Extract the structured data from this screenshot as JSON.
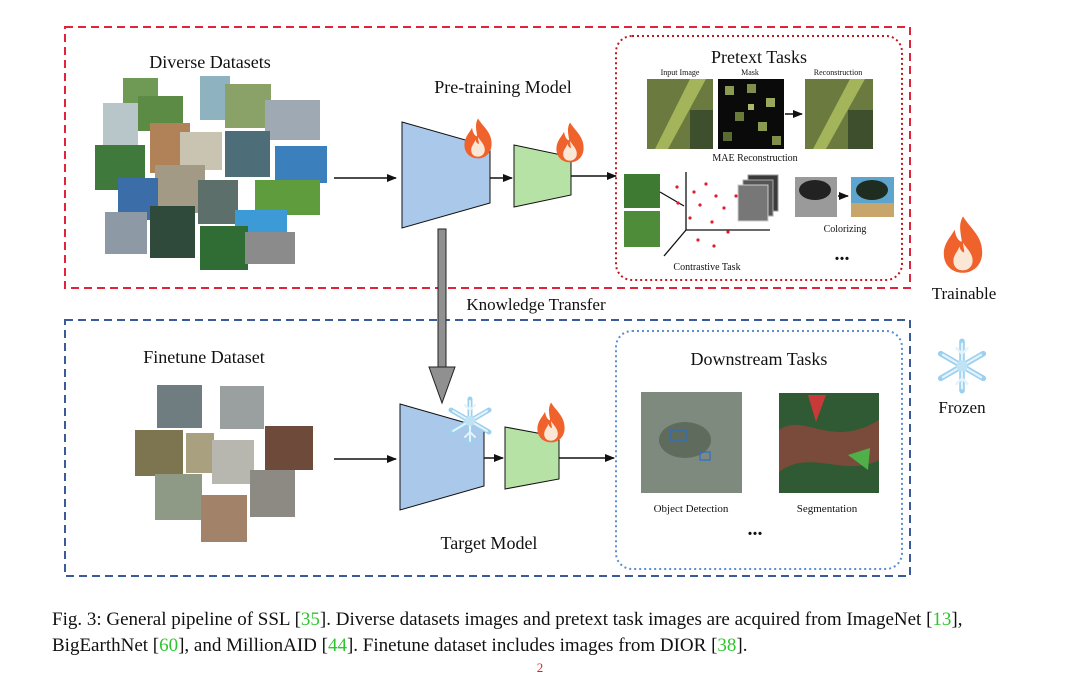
{
  "labels": {
    "diverse_datasets": "Diverse Datasets",
    "pretraining_model": "Pre-training Model",
    "pretext_tasks": "Pretext Tasks",
    "input_image": "Input Image",
    "mask": "Mask",
    "reconstruction": "Reconstruction",
    "mae_reconstruction": "MAE Reconstruction",
    "colorizing": "Colorizing",
    "contrastive_task": "Contrastive Task",
    "pretext_ellipsis": "...",
    "trainable": "Trainable",
    "knowledge_transfer": "Knowledge Transfer",
    "frozen": "Frozen",
    "finetune_dataset": "Finetune Dataset",
    "target_model": "Target Model",
    "downstream_tasks": "Downstream Tasks",
    "object_detection": "Object Detection",
    "segmentation": "Segmentation",
    "downstream_ellipsis": "..."
  },
  "caption": {
    "p1": "Fig. 3: General pipeline of SSL [",
    "r1": "35",
    "p2": "]. Diverse datasets images and pretext task images are acquired from ImageNet [",
    "r2": "13",
    "p3": "], BigEarthNet [",
    "r3": "60",
    "p4": "], and MillionAID [",
    "r4": "44",
    "p5": "]. Finetune dataset includes images from DIOR [",
    "r5": "38",
    "p6": "]."
  },
  "page_number": "2",
  "icons": {
    "trainable": "flame-icon",
    "frozen": "snowflake-icon"
  },
  "colors": {
    "pretrain_border": "#e0243a",
    "finetune_border": "#3a5a9a",
    "pretext_border": "#c0181f",
    "downstream_border": "#5a8fd0",
    "encoder": "#a9c8ea",
    "head": "#b7e2a6",
    "flame": "#f0622b",
    "snowflake": "#9cd0ee",
    "citation": "#2ec52e"
  }
}
